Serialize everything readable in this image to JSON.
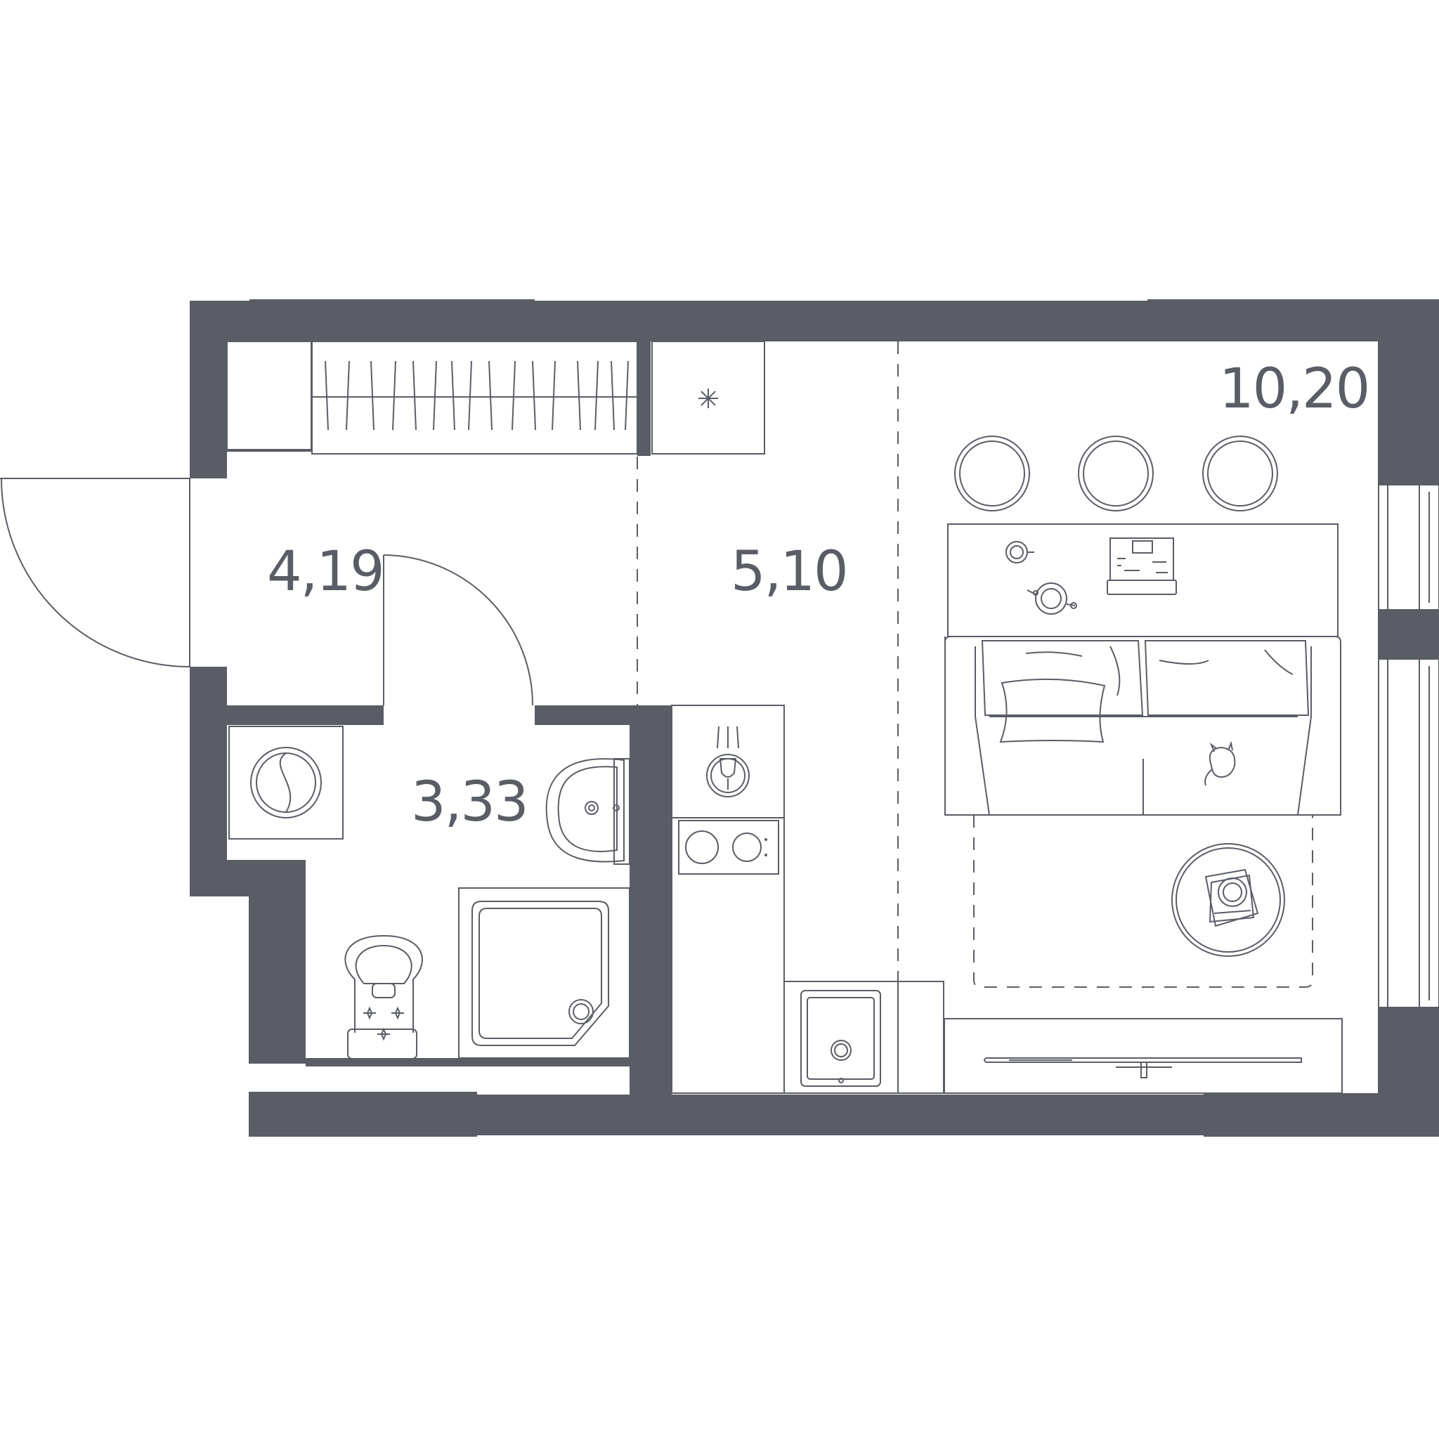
{
  "plan": {
    "wall_color": "#5a5d65",
    "rooms": [
      {
        "id": "hallway",
        "area": "4,19"
      },
      {
        "id": "kitchen",
        "area": "5,10"
      },
      {
        "id": "living",
        "area": "10,20"
      },
      {
        "id": "bathroom",
        "area": "3,33"
      }
    ]
  }
}
